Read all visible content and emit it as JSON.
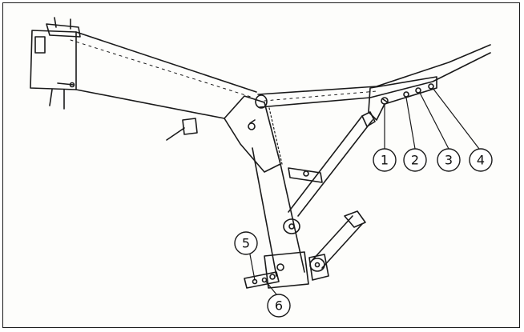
{
  "callouts": {
    "c1": "1",
    "c2": "2",
    "c3": "3",
    "c4": "4",
    "c5": "5",
    "c6": "6"
  },
  "colors": {
    "ink": "#1a1a1a",
    "paper": "#fdfdfb"
  }
}
